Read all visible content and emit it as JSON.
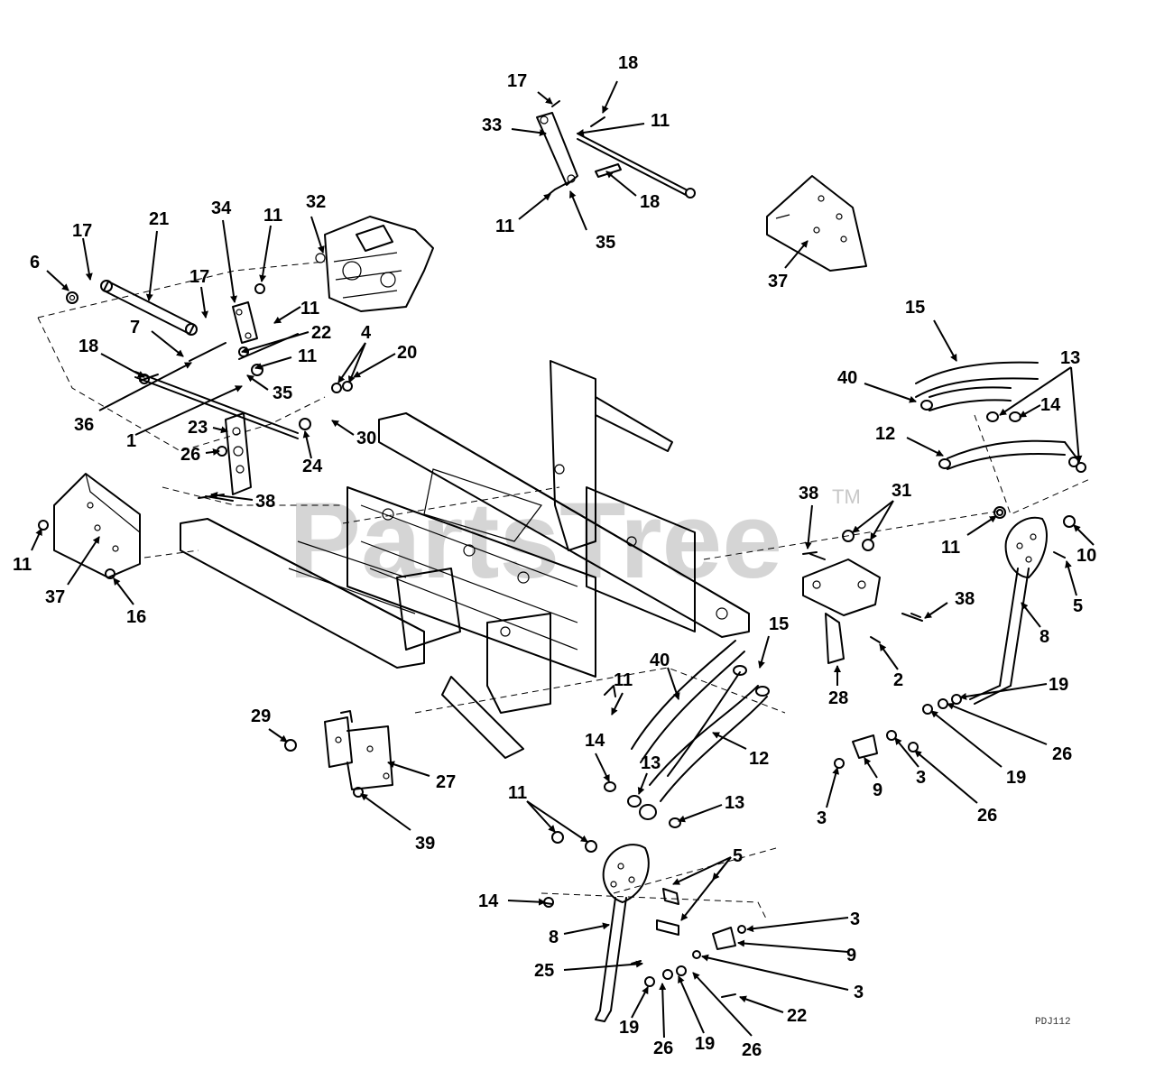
{
  "watermark": {
    "text": "PartsTree",
    "tm": "TM"
  },
  "diagram_code": "PDJ112",
  "callouts": [
    "1",
    "2",
    "3",
    "4",
    "5",
    "6",
    "7",
    "8",
    "9",
    "10",
    "11",
    "12",
    "13",
    "14",
    "15",
    "16",
    "17",
    "18",
    "19",
    "20",
    "21",
    "22",
    "23",
    "24",
    "25",
    "26",
    "27",
    "28",
    "29",
    "30",
    "31",
    "32",
    "33",
    "34",
    "35",
    "36",
    "37",
    "38",
    "39",
    "40"
  ]
}
